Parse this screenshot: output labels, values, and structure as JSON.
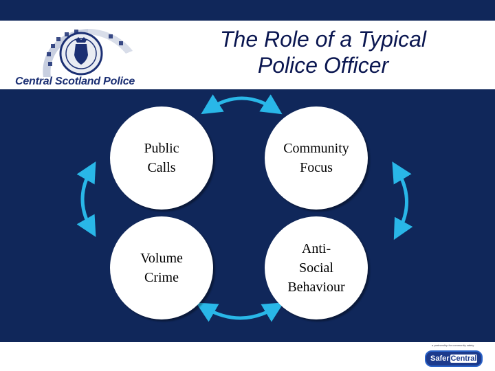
{
  "header": {
    "title_line1": "The Role of a Typical",
    "title_line2": "Police Officer",
    "logo_text": "Central Scotland Police"
  },
  "diagram": {
    "nodes": [
      {
        "id": "public-calls",
        "lines": [
          "Public",
          "Calls"
        ]
      },
      {
        "id": "community-focus",
        "lines": [
          "Community",
          "Focus"
        ]
      },
      {
        "id": "volume-crime",
        "lines": [
          "Volume",
          "Crime"
        ]
      },
      {
        "id": "anti-social-behaviour",
        "lines": [
          "Anti-",
          "Social",
          "Behaviour"
        ]
      }
    ],
    "arrow_color": "#29b7e8"
  },
  "footer": {
    "tagline": "a partnership for community safety",
    "badge_part1": "Safer",
    "badge_part2": "Central"
  },
  "colors": {
    "navy": "#10275a",
    "title": "#0a1650",
    "arrow": "#29b7e8"
  }
}
